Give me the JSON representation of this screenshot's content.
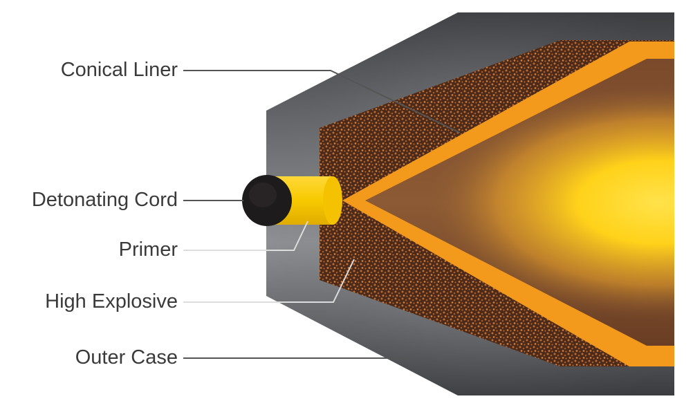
{
  "diagram": {
    "labels": {
      "conical_liner": "Conical Liner",
      "detonating_cord": "Detonating Cord",
      "primer": "Primer",
      "high_explosive": "High Explosive",
      "outer_case": "Outer Case"
    },
    "colors": {
      "outer_case": "#5a5c5f",
      "outer_case_highlight": "#9a9ca0",
      "high_explosive": "#4a2a1a",
      "explosive_grain": "#c06a30",
      "liner": "#f39a1c",
      "jet_core": "#ffd21a",
      "cavity": "#6a4228",
      "primer": "#f7c900",
      "cord": "#1e1b1c",
      "leader_line": "#555555",
      "label_text": "#3a3a3a"
    }
  }
}
